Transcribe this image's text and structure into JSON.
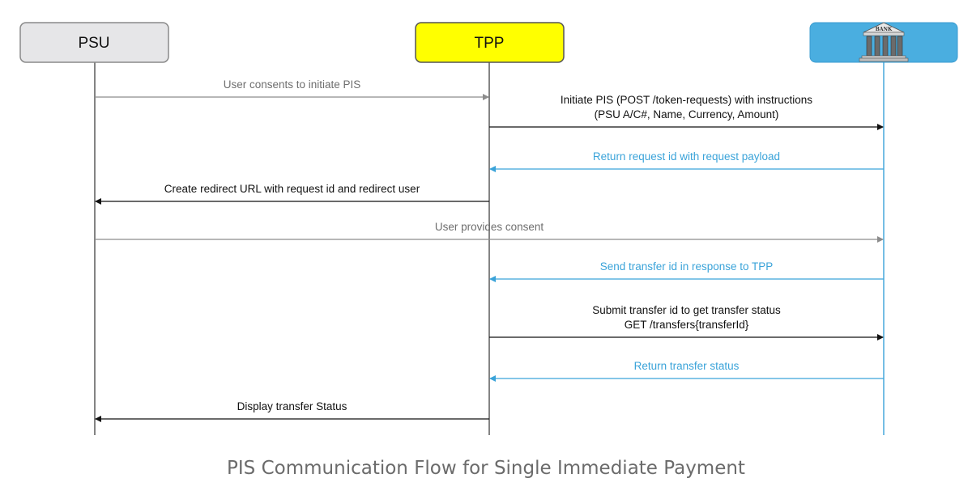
{
  "actors": {
    "psu": {
      "label": "PSU"
    },
    "tpp": {
      "label": "TPP"
    },
    "bank": {
      "icon": "bank-icon",
      "icon_text": "BANK"
    }
  },
  "colors": {
    "psu_fill": "#e6e6e8",
    "tpp_fill": "#ffff00",
    "bank_fill": "#4aaee0",
    "grey": "#8c8c8c",
    "black": "#111111",
    "blue": "#3aa3d9"
  },
  "messages": [
    {
      "from": "psu",
      "to": "tpp",
      "style": "grey",
      "lines": [
        "User consents to initiate PIS"
      ]
    },
    {
      "from": "tpp",
      "to": "bank",
      "style": "black",
      "lines": [
        "Initiate PIS (POST /token-requests) with instructions",
        "(PSU A/C#, Name, Currency, Amount)"
      ]
    },
    {
      "from": "bank",
      "to": "tpp",
      "style": "blue",
      "lines": [
        "Return request id with request payload"
      ]
    },
    {
      "from": "tpp",
      "to": "psu",
      "style": "black",
      "lines": [
        "Create redirect URL with request id and redirect user"
      ]
    },
    {
      "from": "psu",
      "to": "bank",
      "style": "grey",
      "lines": [
        "User provides consent"
      ]
    },
    {
      "from": "bank",
      "to": "tpp",
      "style": "blue",
      "lines": [
        "Send transfer id in response to TPP"
      ]
    },
    {
      "from": "tpp",
      "to": "bank",
      "style": "black",
      "lines": [
        "Submit transfer id to get transfer status",
        "GET /transfers{transferId}"
      ]
    },
    {
      "from": "bank",
      "to": "tpp",
      "style": "blue",
      "lines": [
        "Return transfer status"
      ]
    },
    {
      "from": "tpp",
      "to": "psu",
      "style": "black",
      "lines": [
        "Display transfer Status"
      ]
    }
  ],
  "caption": "PIS Communication Flow for Single Immediate Payment"
}
